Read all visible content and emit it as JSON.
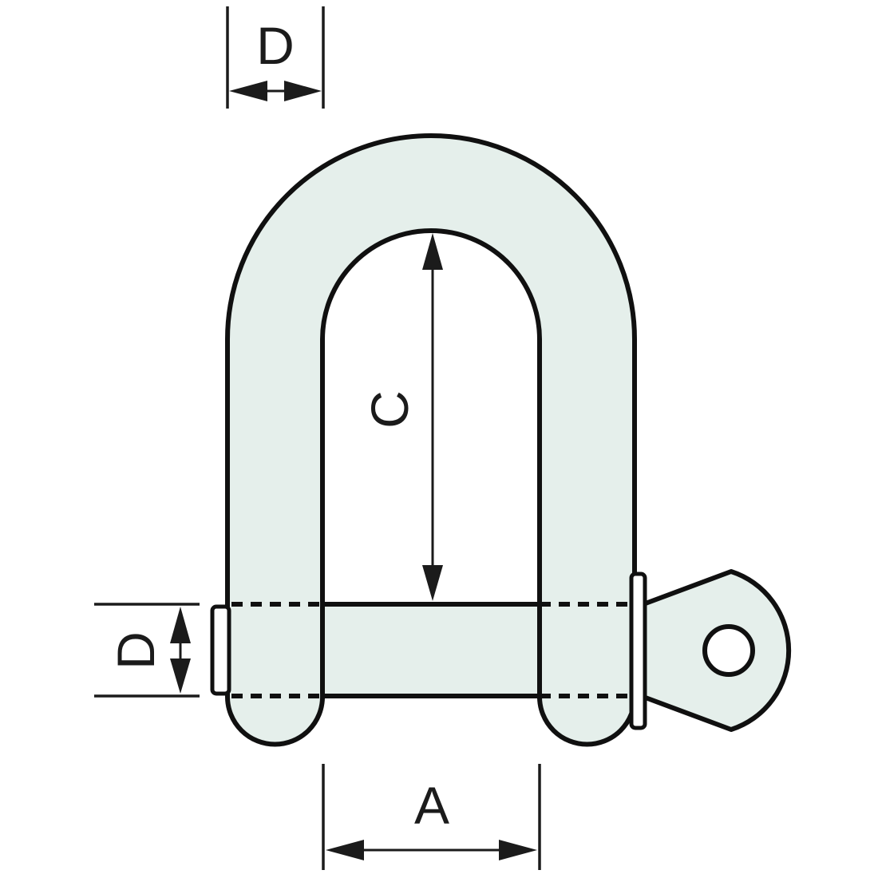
{
  "diagram": {
    "labels": {
      "pin_diameter_top": "D",
      "pin_diameter_side": "D",
      "inside_length": "C",
      "inside_width": "A"
    },
    "colors": {
      "background": "#ffffff",
      "body_fill": "#e5efeb",
      "outline": "#101010",
      "dimension": "#1b1b1b"
    }
  }
}
